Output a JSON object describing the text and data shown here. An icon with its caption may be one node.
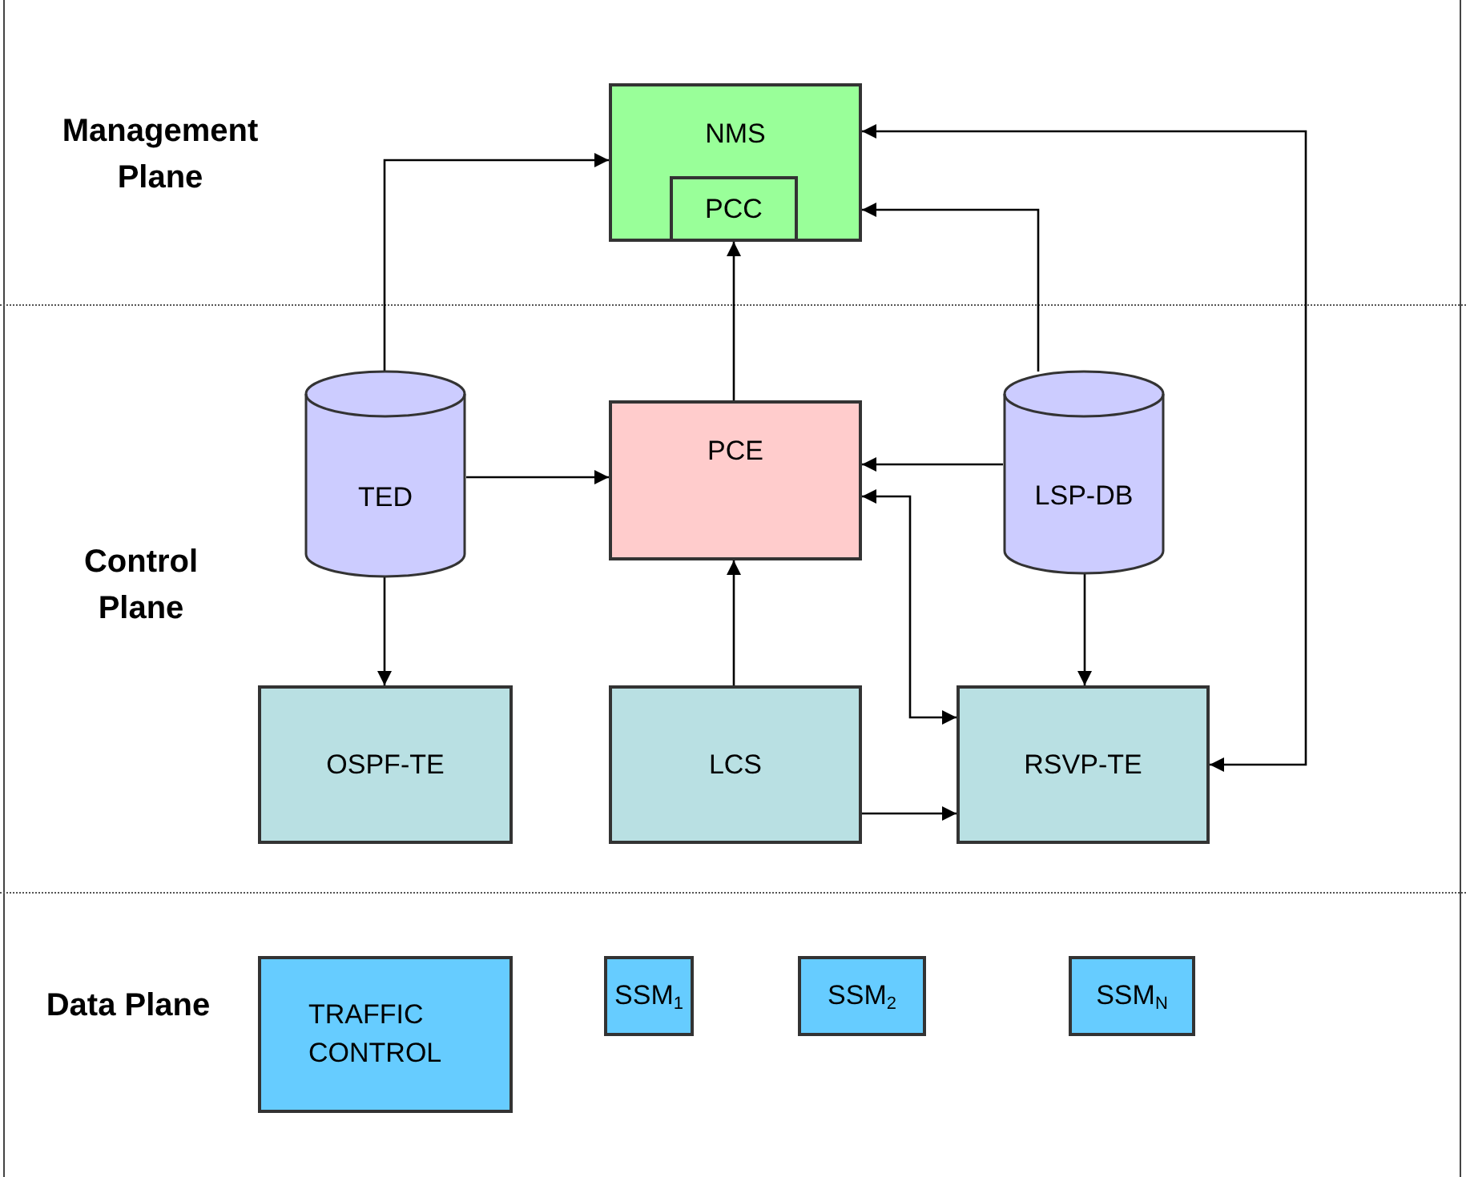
{
  "diagram": {
    "nodes": [
      {
        "text": [
          "NMS"
        ]
      },
      {
        "text": [
          "PCC"
        ],
        "in": 0
      },
      {
        "text": [
          "TED"
        ]
      },
      {
        "text": [
          "PCE"
        ]
      },
      {
        "text": [
          "LSP-DB"
        ]
      },
      {
        "text": [
          "OSPF-TE"
        ]
      },
      {
        "text": [
          "LCS"
        ]
      },
      {
        "text": [
          "RSVP-TE"
        ]
      },
      {
        "text": [
          "TRAFFIC CONTROL"
        ]
      },
      {
        "text": [
          "SSM$_{1}$"
        ]
      },
      {
        "text": [
          "SSM$_{2}$"
        ]
      },
      {
        "text": [
          "SSM$_{N}$"
        ]
      }
    ],
    "edges": [
      {
        "from": 2,
        "to": 0,
        "arrow": "to"
      },
      {
        "from": 3,
        "to": 1,
        "arrow": "to"
      },
      {
        "from": 4,
        "to": 0,
        "arrow": "to"
      },
      {
        "from": 7,
        "to": 0,
        "arrow": "both"
      },
      {
        "from": 2,
        "to": 3,
        "arrow": "to"
      },
      {
        "from": 4,
        "to": 3,
        "arrow": "to"
      },
      {
        "from": 3,
        "to": 7,
        "arrow": "both"
      },
      {
        "from": 4,
        "to": 7,
        "arrow": "to"
      },
      {
        "from": 2,
        "to": 5,
        "arrow": "to"
      },
      {
        "from": 6,
        "to": 3,
        "arrow": "to"
      },
      {
        "from": 6,
        "to": 7,
        "arrow": "to"
      }
    ],
    "labels": [
      "Management Plane",
      "Control Plane",
      "Data Plane"
    ]
  }
}
